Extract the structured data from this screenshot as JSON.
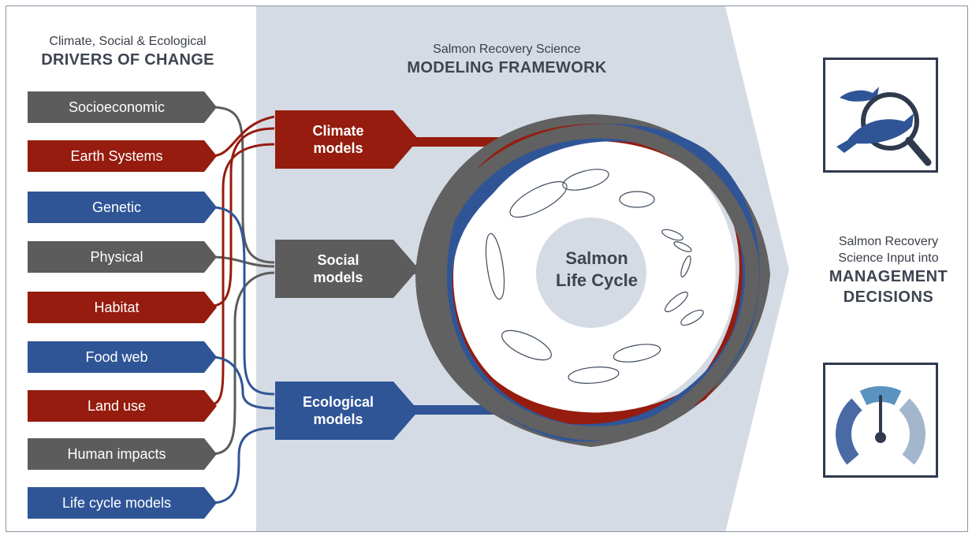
{
  "drivers_header": {
    "subtitle": "Climate, Social & Ecological",
    "title": "DRIVERS OF CHANGE"
  },
  "framework_header": {
    "subtitle": "Salmon Recovery Science",
    "title": "MODELING FRAMEWORK"
  },
  "drivers": [
    {
      "label": "Socioeconomic",
      "color": "gray"
    },
    {
      "label": "Earth Systems",
      "color": "red"
    },
    {
      "label": "Genetic",
      "color": "blue"
    },
    {
      "label": "Physical",
      "color": "gray"
    },
    {
      "label": "Habitat",
      "color": "red"
    },
    {
      "label": "Food web",
      "color": "blue"
    },
    {
      "label": "Land use",
      "color": "red"
    },
    {
      "label": "Human impacts",
      "color": "gray"
    },
    {
      "label": "Life cycle models",
      "color": "blue"
    }
  ],
  "models": [
    {
      "line1": "Climate",
      "line2": "models",
      "color": "red"
    },
    {
      "line1": "Social",
      "line2": "models",
      "color": "gray"
    },
    {
      "line1": "Ecological",
      "line2": "models",
      "color": "blue"
    }
  ],
  "center": {
    "line1": "Salmon",
    "line2": "Life Cycle"
  },
  "output": {
    "line1": "Salmon Recovery",
    "line2": "Science Input into",
    "title1": "MANAGEMENT",
    "title2": "DECISIONS"
  },
  "icons": [
    "salmon-magnifier-icon",
    "gauge-icon"
  ],
  "colors": {
    "red": "#951c0e",
    "gray": "#5c5c5c",
    "blue": "#2f5597",
    "band": "#d5dbe4",
    "gauge_left": "#4a6aa6",
    "gauge_mid": "#5b93c0",
    "gauge_right": "#a3b7cc"
  }
}
